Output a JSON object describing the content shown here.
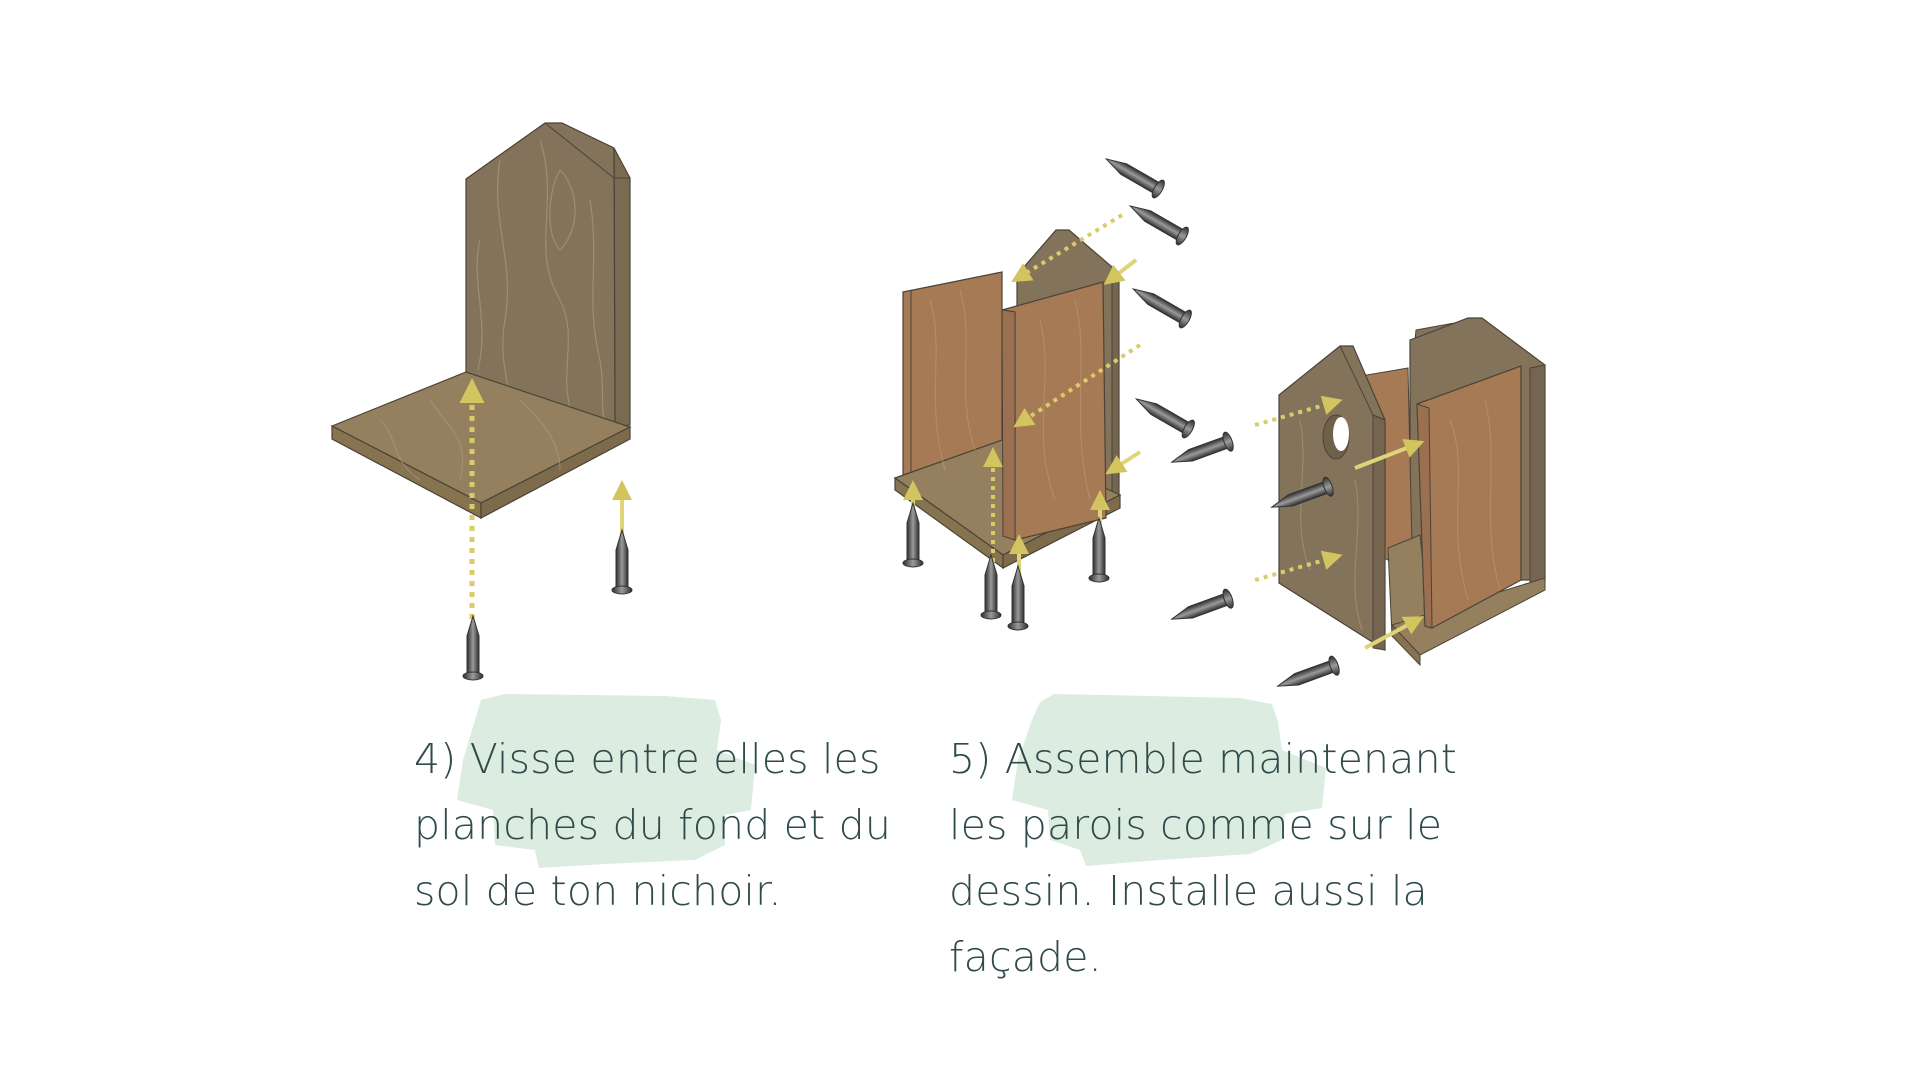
{
  "colors": {
    "background": "#ffffff",
    "text": "#2f4a4a",
    "brush_highlight": "#dcece0",
    "wood_grey_brown": "#83735a",
    "wood_floor": "#94805f",
    "wood_orange": "#a57a55",
    "arrow_yellow": "#d9cc6a",
    "outline": "#4a4438",
    "nail": "#5a5a5a"
  },
  "steps": [
    {
      "number": "4)",
      "lines": [
        "4) Visse entre elles les",
        "planches du fond et du",
        "sol de ton nichoir."
      ],
      "illustration": "back-panel-and-floor-with-screws"
    },
    {
      "number": "5)",
      "lines": [
        "5) Assemble maintenant",
        "les parois comme sur le",
        "dessin. Installe aussi la",
        "façade."
      ],
      "illustration": "side-walls-and-facade-assembly"
    }
  ]
}
